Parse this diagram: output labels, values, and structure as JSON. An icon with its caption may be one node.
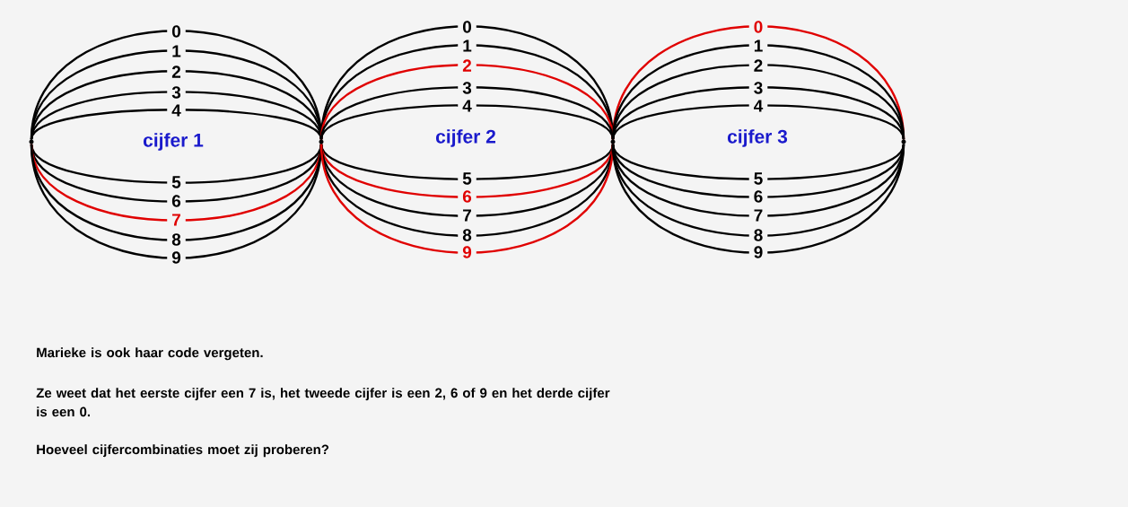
{
  "diagram": {
    "nodes": [
      {
        "text": [],
        "shape": "circle"
      },
      {
        "text": [],
        "shape": "circle"
      },
      {
        "text": [],
        "shape": "circle"
      },
      {
        "text": [],
        "shape": "circle"
      }
    ],
    "edges": [
      {
        "from": 0,
        "to": 1,
        "arrow": "none",
        "label": "0"
      },
      {
        "from": 0,
        "to": 1,
        "arrow": "none",
        "label": "1"
      },
      {
        "from": 0,
        "to": 1,
        "arrow": "none",
        "label": "2"
      },
      {
        "from": 0,
        "to": 1,
        "arrow": "none",
        "label": "3"
      },
      {
        "from": 0,
        "to": 1,
        "arrow": "none",
        "label": "4"
      },
      {
        "from": 0,
        "to": 1,
        "arrow": "none",
        "label": "5"
      },
      {
        "from": 0,
        "to": 1,
        "arrow": "none",
        "label": "6"
      },
      {
        "from": 0,
        "to": 1,
        "arrow": "none",
        "label": "7",
        "color": "#e00000"
      },
      {
        "from": 0,
        "to": 1,
        "arrow": "none",
        "label": "8"
      },
      {
        "from": 0,
        "to": 1,
        "arrow": "none",
        "label": "9"
      },
      {
        "from": 1,
        "to": 2,
        "arrow": "none",
        "label": "0"
      },
      {
        "from": 1,
        "to": 2,
        "arrow": "none",
        "label": "1"
      },
      {
        "from": 1,
        "to": 2,
        "arrow": "none",
        "label": "2",
        "color": "#e00000"
      },
      {
        "from": 1,
        "to": 2,
        "arrow": "none",
        "label": "3"
      },
      {
        "from": 1,
        "to": 2,
        "arrow": "none",
        "label": "4"
      },
      {
        "from": 1,
        "to": 2,
        "arrow": "none",
        "label": "5"
      },
      {
        "from": 1,
        "to": 2,
        "arrow": "none",
        "label": "6",
        "color": "#e00000"
      },
      {
        "from": 1,
        "to": 2,
        "arrow": "none",
        "label": "7"
      },
      {
        "from": 1,
        "to": 2,
        "arrow": "none",
        "label": "8"
      },
      {
        "from": 1,
        "to": 2,
        "arrow": "none",
        "label": "9",
        "color": "#e00000"
      },
      {
        "from": 2,
        "to": 3,
        "arrow": "none",
        "label": "0",
        "color": "#e00000"
      },
      {
        "from": 2,
        "to": 3,
        "arrow": "none",
        "label": "1"
      },
      {
        "from": 2,
        "to": 3,
        "arrow": "none",
        "label": "2"
      },
      {
        "from": 2,
        "to": 3,
        "arrow": "none",
        "label": "3"
      },
      {
        "from": 2,
        "to": 3,
        "arrow": "none",
        "label": "4"
      },
      {
        "from": 2,
        "to": 3,
        "arrow": "none",
        "label": "5"
      },
      {
        "from": 2,
        "to": 3,
        "arrow": "none",
        "label": "6"
      },
      {
        "from": 2,
        "to": 3,
        "arrow": "none",
        "label": "7"
      },
      {
        "from": 2,
        "to": 3,
        "arrow": "none",
        "label": "8"
      },
      {
        "from": 2,
        "to": 3,
        "arrow": "none",
        "label": "9"
      }
    ],
    "labels": [
      "cijfer 1",
      "cijfer 2",
      "cijfer 3",
      "Marieke is ook haar code vergeten.",
      "Ze weet dat het eerste cijfer een 7 is, het tweede cijfer is een 2, 6 of 9 en het derde cijfer is een 0.",
      "Hoeveel cijfercombinaties moet zij proberen?"
    ]
  }
}
